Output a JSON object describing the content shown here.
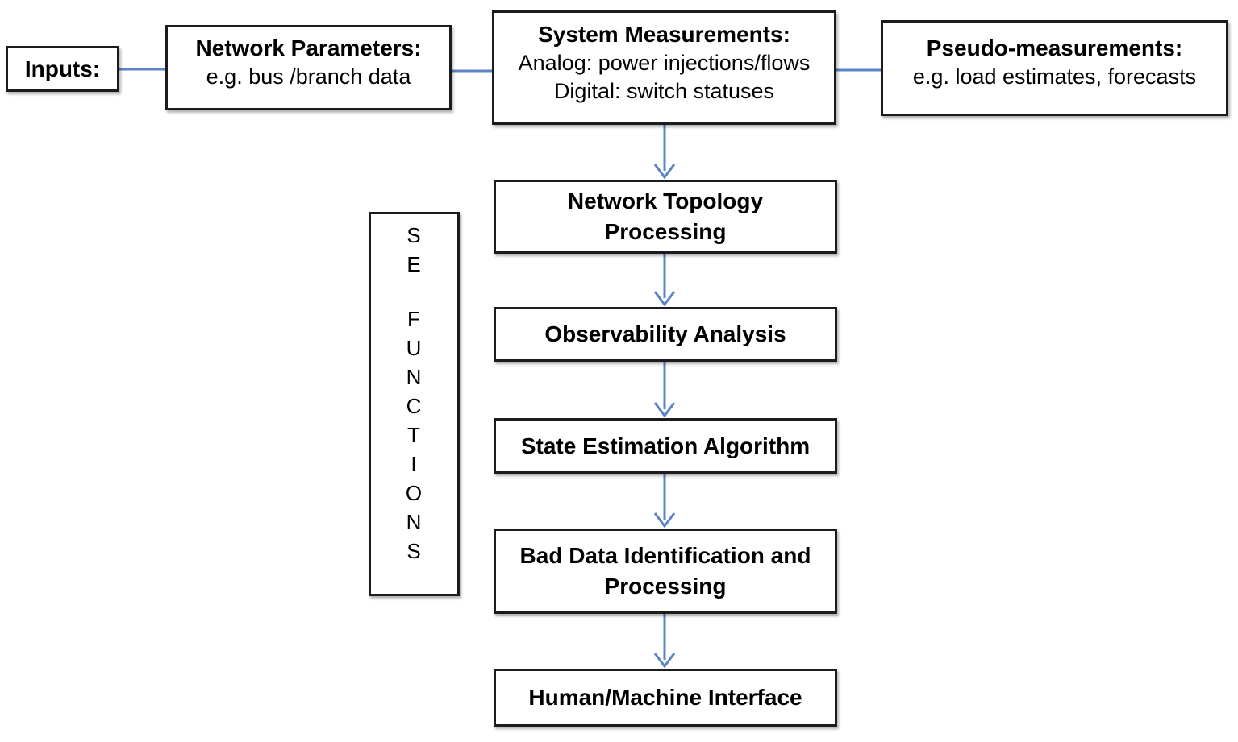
{
  "diagram": {
    "colors": {
      "connector": "#5b84c4",
      "box_border": "#1c1c1c",
      "text": "#000000",
      "background": "#ffffff"
    },
    "inputs_box": {
      "label": "Inputs:"
    },
    "network_parameters_box": {
      "title": "Network Parameters:",
      "subtitle": "e.g. bus /branch data"
    },
    "system_measurements_box": {
      "title": "System Measurements:",
      "line1": "Analog: power injections/flows",
      "line2": "Digital: switch statuses"
    },
    "pseudo_measurements_box": {
      "title": "Pseudo-measurements:",
      "subtitle": "e.g. load estimates, forecasts"
    },
    "se_functions_box": {
      "letters": [
        "S",
        "E",
        "F",
        "U",
        "N",
        "C",
        "T",
        "I",
        "O",
        "N",
        "S"
      ]
    },
    "flow_boxes": [
      {
        "lines": [
          "Network Topology",
          "Processing"
        ]
      },
      {
        "lines": [
          "Observability Analysis"
        ]
      },
      {
        "lines": [
          "State Estimation Algorithm"
        ]
      },
      {
        "lines": [
          "Bad Data Identification and",
          "Processing"
        ]
      },
      {
        "lines": [
          "Human/Machine Interface"
        ]
      }
    ]
  }
}
